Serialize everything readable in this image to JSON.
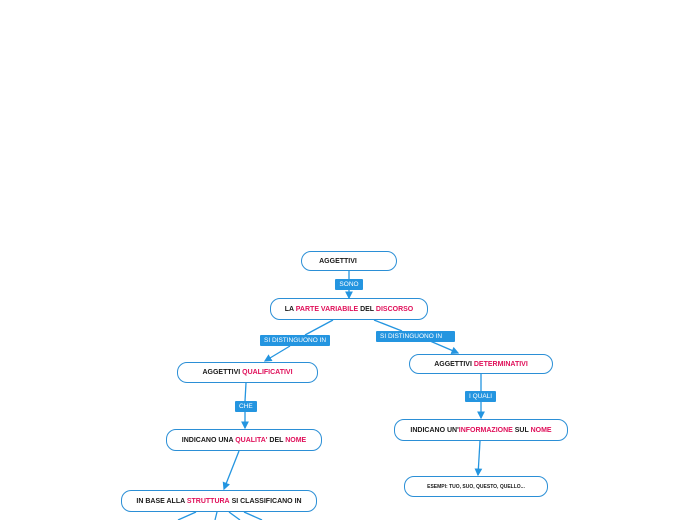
{
  "nodes": {
    "aggettivi": {
      "text": "AGGETTIVI"
    },
    "parte_variabile": {
      "t1": "LA ",
      "t2": "PARTE VARIABILE",
      "t3": " DEL ",
      "t4": "DISCORSO"
    },
    "qualificativi": {
      "t1": "AGGETTIVI ",
      "t2": "QUALIFICATIVI"
    },
    "determinativi": {
      "t1": "AGGETTIVI ",
      "t2": "DETERMINATIVI"
    },
    "qualita": {
      "t1": "INDICANO UNA ",
      "t2": "QUALITA'",
      "t3": " DEL ",
      "t4": "NOME"
    },
    "informazione": {
      "t1": "INDICANO UN'",
      "t2": "INFORMAZIONE",
      "t3": " SUL ",
      "t4": "NOME"
    },
    "struttura": {
      "t1": "IN BASE ALLA ",
      "t2": "STRUTTURA",
      "t3": " SI CLASSIFICANO IN"
    },
    "esempi": {
      "text": "ESEMPI: TUO, SUO, QUESTO, QUELLO..."
    }
  },
  "links": {
    "sono": "SONO",
    "si_distinguono_left": "SI DISTINGUONO IN",
    "si_distinguono_right": "SI DISTINGUONO IN",
    "che": "CHE",
    "i_quali": "I QUALI"
  },
  "colors": {
    "border": "#2b8fd6",
    "connector": "#2495e0",
    "highlight": "#e0105a",
    "text": "#1a1a1a"
  }
}
